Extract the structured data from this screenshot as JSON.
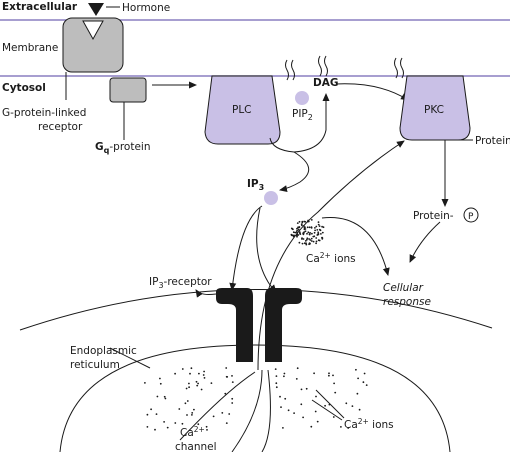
{
  "labels": {
    "extracellular": "Extracellular",
    "hormone": "Hormone",
    "membrane": "Membrane",
    "cytosol": "Cytosol",
    "receptor_line1": "G-protein-linked",
    "receptor_line2": "receptor",
    "gprotein_base": "G",
    "gprotein_sub": "q",
    "gprotein_rest": "-protein",
    "plc": "PLC",
    "pip2_base": "PIP",
    "pip2_sub": "2",
    "dag": "DAG",
    "pkc": "PKC",
    "protein": "Protein",
    "protein_p": "Protein-",
    "p_symbol": "P",
    "ip3_base": "IP",
    "ip3_sub": "3",
    "ca_ions_upper_base": "Ca",
    "ca_ions_upper_sup": "2+",
    "ca_ions_upper_rest": " ions",
    "cellular_response_line1": "Cellular",
    "cellular_response_line2": "response",
    "ip3_receptor_base": "IP",
    "ip3_receptor_sub": "3",
    "ip3_receptor_rest": "-receptor",
    "er_line1": "Endoplasmic",
    "er_line2": "reticulum",
    "ca_channel_base": "Ca",
    "ca_channel_sup": "2+",
    "ca_channel_rest": "channel",
    "ca_ions_lower_base": "Ca",
    "ca_ions_lower_sup": "2+",
    "ca_ions_lower_rest": " ions"
  },
  "colors": {
    "membrane": "#8a7fc0",
    "enzyme": "#c9c0e6",
    "receptor": "#bdbdbd",
    "channel": "#1a1a1a"
  }
}
